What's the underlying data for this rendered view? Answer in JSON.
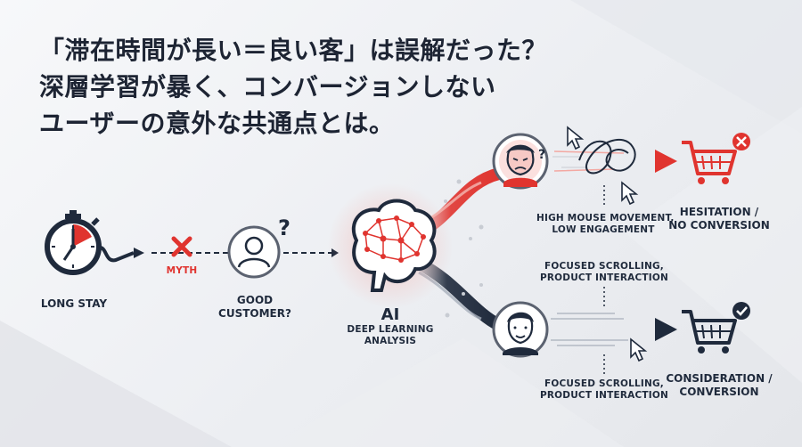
{
  "title": {
    "line1": "「滞在時間が長い＝良い客」は誤解だった？",
    "line2": "深層学習が暴く、コンバージョンしない",
    "line3": "ユーザーの意外な共通点とは。"
  },
  "nodes": {
    "long_stay": "LONG STAY",
    "myth": "MYTH",
    "good_customer_1": "GOOD",
    "good_customer_2": "CUSTOMER?",
    "ai_title": "AI",
    "ai_sub1": "DEEP LEARNING",
    "ai_sub2": "ANALYSIS",
    "top_behavior1": "HIGH MOUSE MOVEMENT,",
    "top_behavior2": "LOW ENGAGEMENT",
    "top_result1": "HESITATION /",
    "top_result2": "NO CONVERSION",
    "bottom_behavior_a1": "FOCUSED SCROLLING,",
    "bottom_behavior_a2": "PRODUCT INTERACTION",
    "bottom_behavior_b1": "FOCUSED SCROLLING,",
    "bottom_behavior_b2": "PRODUCT INTERACTION",
    "bottom_result1": "CONSIDERATION /",
    "bottom_result2": "CONVERSION"
  },
  "colors": {
    "navy": "#1f2a3c",
    "red": "#e0342f",
    "pink": "#f6c9c5",
    "badge_grey": "#5b6270",
    "light_grey": "#c8ccd3"
  },
  "icons": [
    "stopwatch-icon",
    "x-mark-icon",
    "person-question-icon",
    "brain-network-icon",
    "frustrated-person-icon",
    "satisfied-person-icon",
    "cart-x-icon",
    "cart-check-icon",
    "cursor-icon",
    "scribble-path-icon"
  ]
}
